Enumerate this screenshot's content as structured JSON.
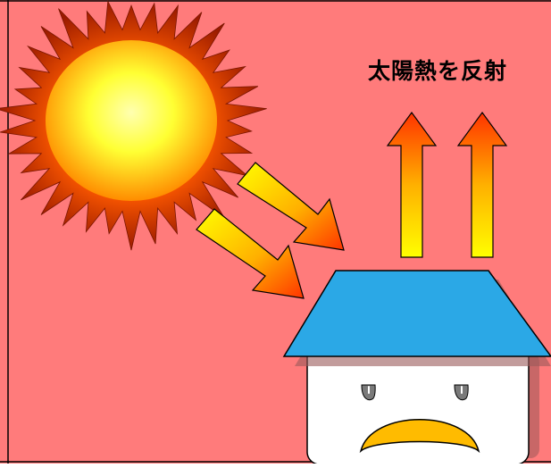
{
  "caption": {
    "text": "太陽熱を反射"
  },
  "colors": {
    "background": "#ff7b7b",
    "sun_inner": "#ffff66",
    "sun_outer": "#ff9900",
    "sun_rays": "#cc2200",
    "arrow_start": "#ffff00",
    "arrow_end": "#ff3300",
    "roof": "#2ba8e6",
    "house_body": "#ffffff",
    "mouth": "#ffbb00",
    "eyes": "#7a7a7a"
  },
  "icons": {
    "sun": "sun-icon",
    "house": "house-face-icon",
    "incoming": "incoming-heat-arrow",
    "reflected": "reflected-heat-arrow"
  }
}
